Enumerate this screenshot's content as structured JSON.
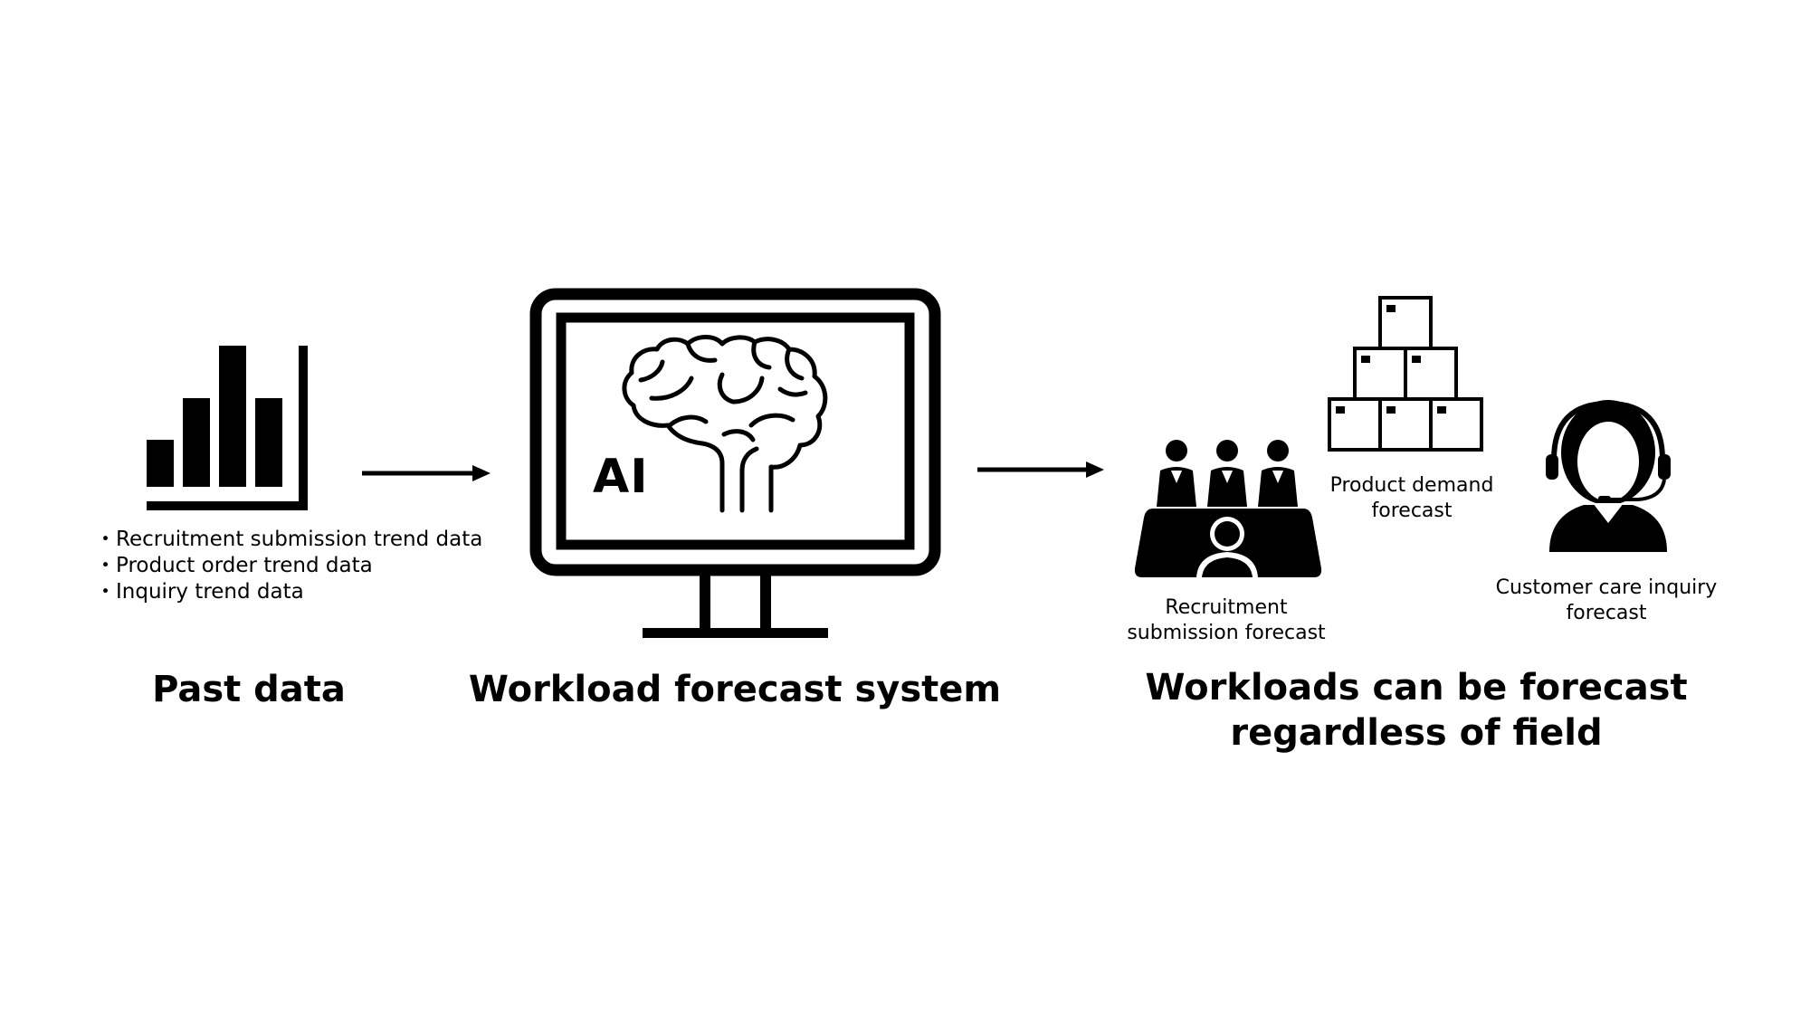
{
  "past_data": {
    "bullets": [
      "Recruitment submission trend data",
      "Product order trend data",
      "Inquiry trend data"
    ],
    "heading": "Past data",
    "icon": "bar-chart-icon"
  },
  "system": {
    "screen_label": "AI",
    "heading": "Workload forecast system",
    "icon": "monitor-brain-icon"
  },
  "outputs": {
    "recruitment": {
      "caption": "Recruitment\nsubmission forecast",
      "icon": "interview-panel-icon"
    },
    "product": {
      "caption": "Product demand\nforecast",
      "icon": "stacked-boxes-icon"
    },
    "customer_care": {
      "caption": "Customer care inquiry\nforecast",
      "icon": "headset-operator-icon"
    },
    "heading": "Workloads can be forecast\nregardless of field"
  },
  "colors": {
    "foreground": "#000000",
    "background": "#ffffff"
  }
}
